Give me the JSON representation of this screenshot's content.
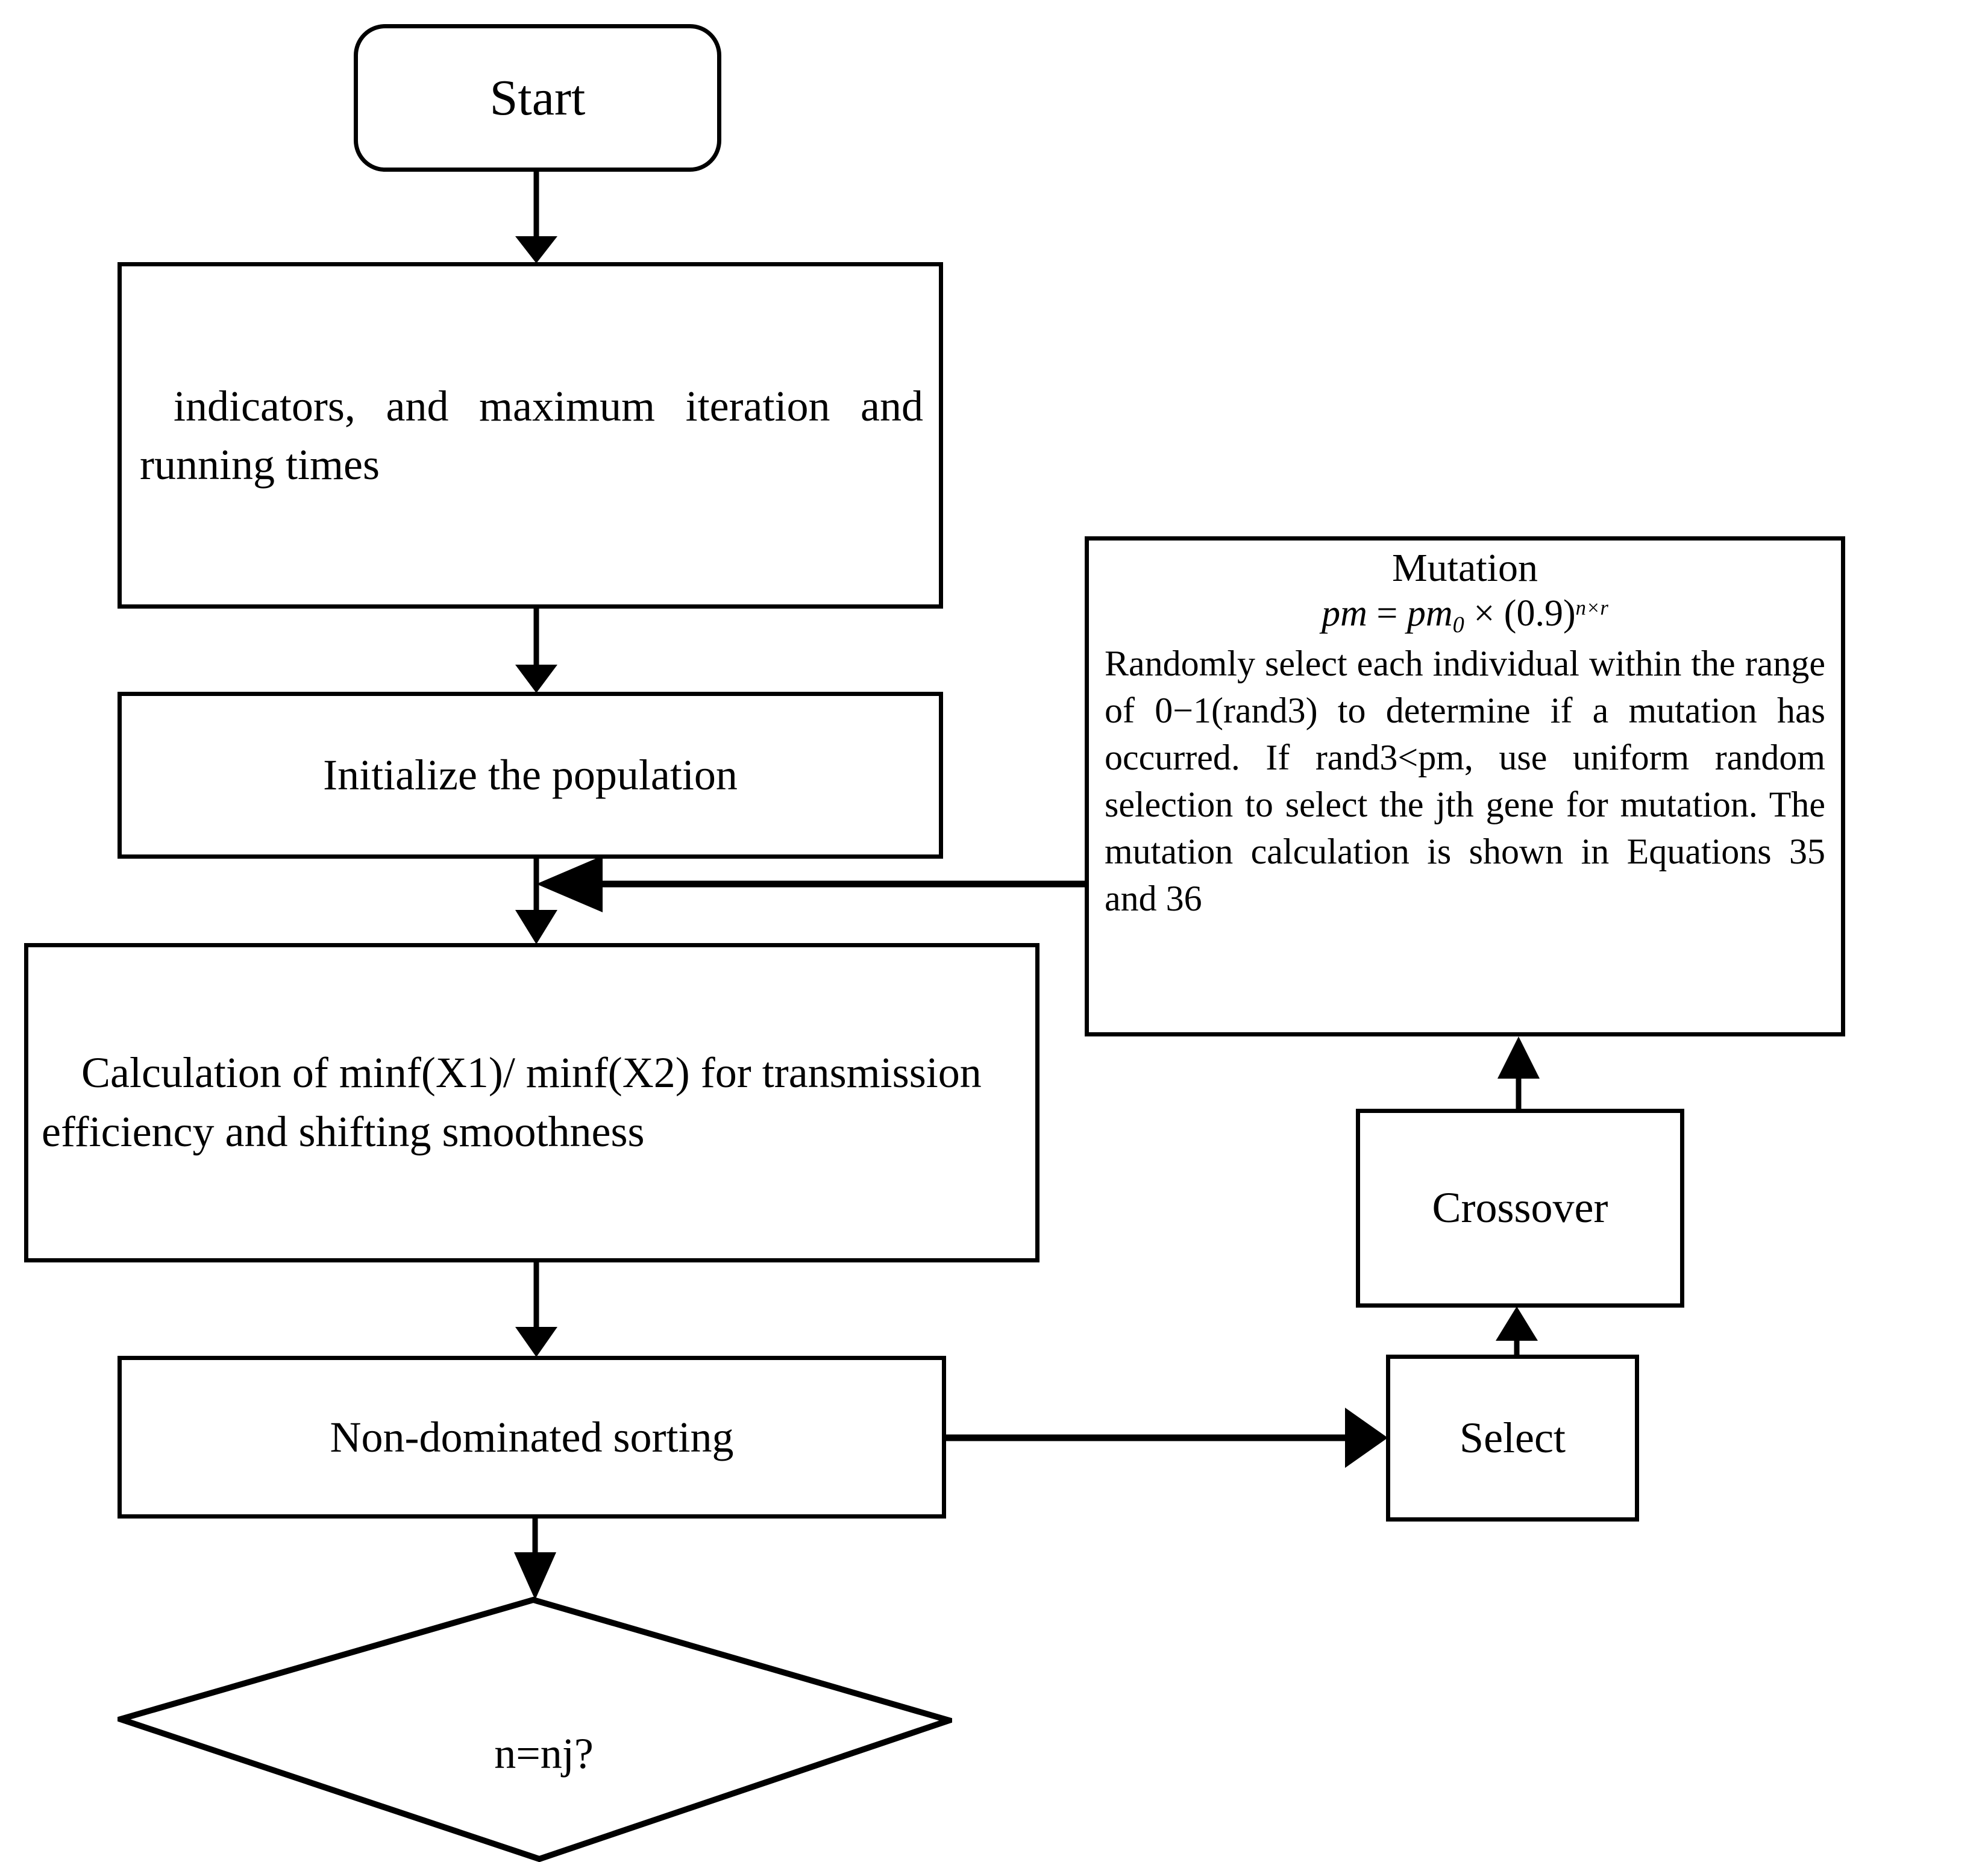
{
  "diagram": {
    "title": "Multi-objective genetic algorithm flowchart",
    "colors": {
      "stroke": "#000000",
      "background": "#ffffff"
    },
    "nodes": {
      "start": {
        "label": "Start",
        "shape": "rounded-rectangle"
      },
      "indicators": {
        "label": "indicators, and maximum iteration and running times",
        "shape": "rectangle"
      },
      "initialize": {
        "label": "Initialize the population",
        "shape": "rectangle"
      },
      "calculation": {
        "label": "Calculation of minf(X1)/ minf(X2) for transmission efficiency and shifting smoothness",
        "shape": "rectangle"
      },
      "sorting": {
        "label": "Non-dominated sorting",
        "shape": "rectangle"
      },
      "decision": {
        "label": "n=nj?",
        "shape": "diamond"
      },
      "mutation": {
        "title": "Mutation",
        "formula_plain": "pm = pm0 × (0.9)^(n×r)",
        "formula_lhs": "pm",
        "formula_eq": " = ",
        "formula_base": "pm",
        "formula_sub": "0",
        "formula_times": " × ",
        "formula_paren": "(0.9)",
        "formula_exp": "n×r",
        "body": "Randomly select each individual within the range of 0−1(rand3) to determine if a mutation has occurred. If rand3<pm, use uniform random selection to select the jth gene for mutation. The mutation calculation is shown in Equations 35 and 36",
        "shape": "rectangle"
      },
      "crossover": {
        "label": "Crossover",
        "shape": "rectangle"
      },
      "select": {
        "label": "Select",
        "shape": "rectangle"
      }
    },
    "edges": [
      {
        "id": "start-to-indicators",
        "from": "start",
        "to": "indicators",
        "direction": "down",
        "arrow": true
      },
      {
        "id": "indicators-to-initialize",
        "from": "indicators",
        "to": "initialize",
        "direction": "down",
        "arrow": true
      },
      {
        "id": "initialize-to-calculation",
        "from": "initialize",
        "to": "calculation",
        "direction": "down",
        "arrow": true
      },
      {
        "id": "calculation-to-sorting",
        "from": "calculation",
        "to": "sorting",
        "direction": "down",
        "arrow": true
      },
      {
        "id": "sorting-to-decision",
        "from": "sorting",
        "to": "decision",
        "direction": "down",
        "arrow": true
      },
      {
        "id": "sorting-to-select",
        "from": "sorting",
        "to": "select",
        "direction": "right",
        "arrow": true
      },
      {
        "id": "select-to-crossover",
        "from": "select",
        "to": "crossover",
        "direction": "up",
        "arrow": true
      },
      {
        "id": "crossover-to-mutation",
        "from": "crossover",
        "to": "mutation",
        "direction": "up",
        "arrow": true
      },
      {
        "id": "mutation-to-calculation",
        "from": "mutation",
        "to": "calculation",
        "direction": "left-feedback",
        "arrow": true
      }
    ]
  }
}
